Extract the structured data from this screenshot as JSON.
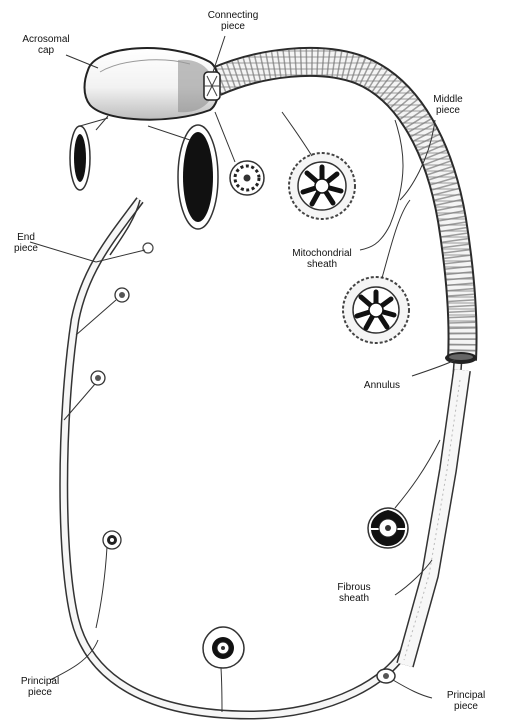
{
  "labels": {
    "acrosomal_cap": "Acrosomal\ncap",
    "connecting_piece": "Connecting\npiece",
    "middle_piece": "Middle\npiece",
    "end_piece": "End\npiece",
    "mitochondrial_sheath": "Mitochondrial\nsheath",
    "annulus": "Annulus",
    "fibrous_sheath": "Fibrous\nsheath",
    "principal_piece_left": "Principal\npiece",
    "principal_piece_right": "Principal\npiece"
  },
  "colors": {
    "ink": "#1a1a1a",
    "stroke": "#333333",
    "paper": "#ffffff",
    "shade": "#e6e6e6"
  }
}
